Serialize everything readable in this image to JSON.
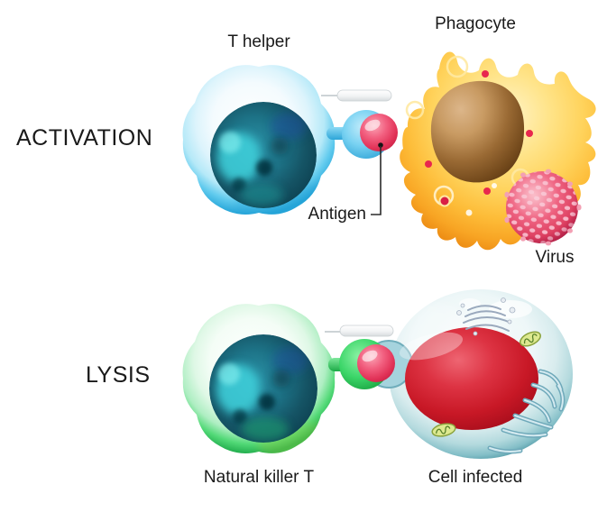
{
  "diagram": {
    "type": "immunology-cell-diagram",
    "sections": [
      {
        "id": "activation",
        "title": "ACTIVATION",
        "items": [
          "T helper",
          "Phagocyte",
          "Antigen",
          "Virus"
        ]
      },
      {
        "id": "lysis",
        "title": "LYSIS",
        "items": [
          "Natural killer T",
          "Cell infected"
        ]
      }
    ]
  },
  "labels": {
    "activation": "ACTIVATION",
    "lysis": "LYSIS",
    "t_helper": "T helper",
    "phagocyte": "Phagocyte",
    "antigen": "Antigen",
    "virus": "Virus",
    "natural_killer_t": "Natural killer T",
    "cell_infected": "Cell infected"
  },
  "colors": {
    "background": "#ffffff",
    "text": "#1a1a1a",
    "t_helper_membrane": "#2aa8da",
    "nucleus_teal": "#155465",
    "phagocyte_orange": "#f8a524",
    "phagocyte_nucleus_brown": "#744a1c",
    "antigen_red": "#e13257",
    "virus_pink": "#dd3f60",
    "nk_green": "#25b050",
    "infected_membrane_teal": "#569da9",
    "infected_nucleus_red": "#c81826",
    "receptor_bar_gray": "#d7dbde"
  }
}
